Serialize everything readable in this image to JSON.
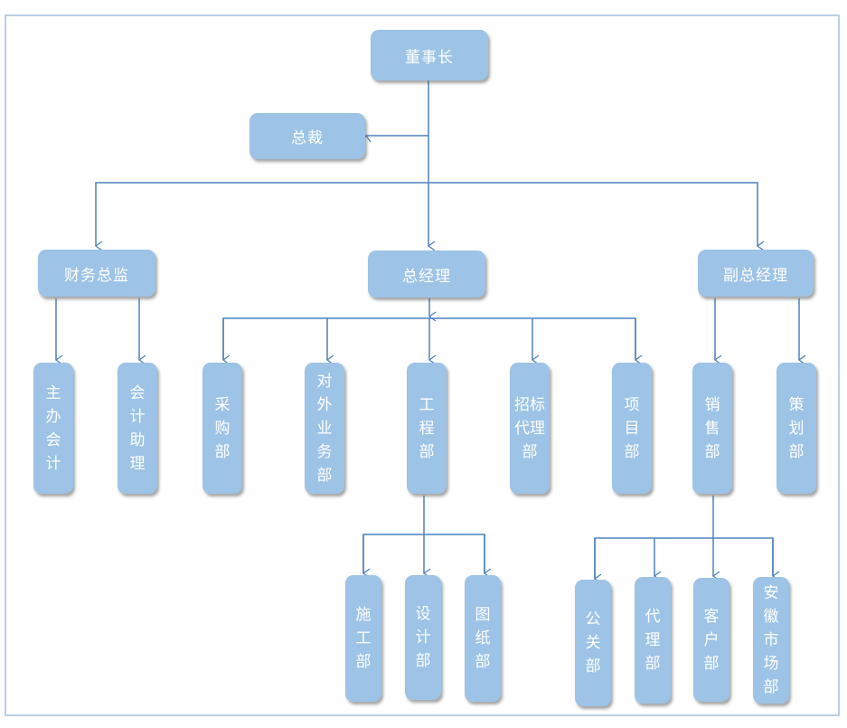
{
  "colors": {
    "node_fill": "#9dc3e6",
    "connector": "#4f81bd",
    "frame": "#b9d0e6"
  },
  "nodes": {
    "chairman": "董事长",
    "president": "总裁",
    "cfo": "财务总监",
    "gm": "总经理",
    "deputy_gm": "副总经理",
    "chief_accountant": "主办会计",
    "accounting_assistant": "会计助理",
    "purchasing": "采购部",
    "external_business": "对外业务部",
    "engineering": "工程部",
    "bidding_agency": "招标代理部",
    "project": "项目部",
    "sales": "销售部",
    "planning": "策划部",
    "construction": "施工部",
    "design": "设计部",
    "drawings": "图纸部",
    "public_relations": "公关部",
    "agency": "代理部",
    "customer": "客户部",
    "anhui_market": "安徽市场部"
  }
}
